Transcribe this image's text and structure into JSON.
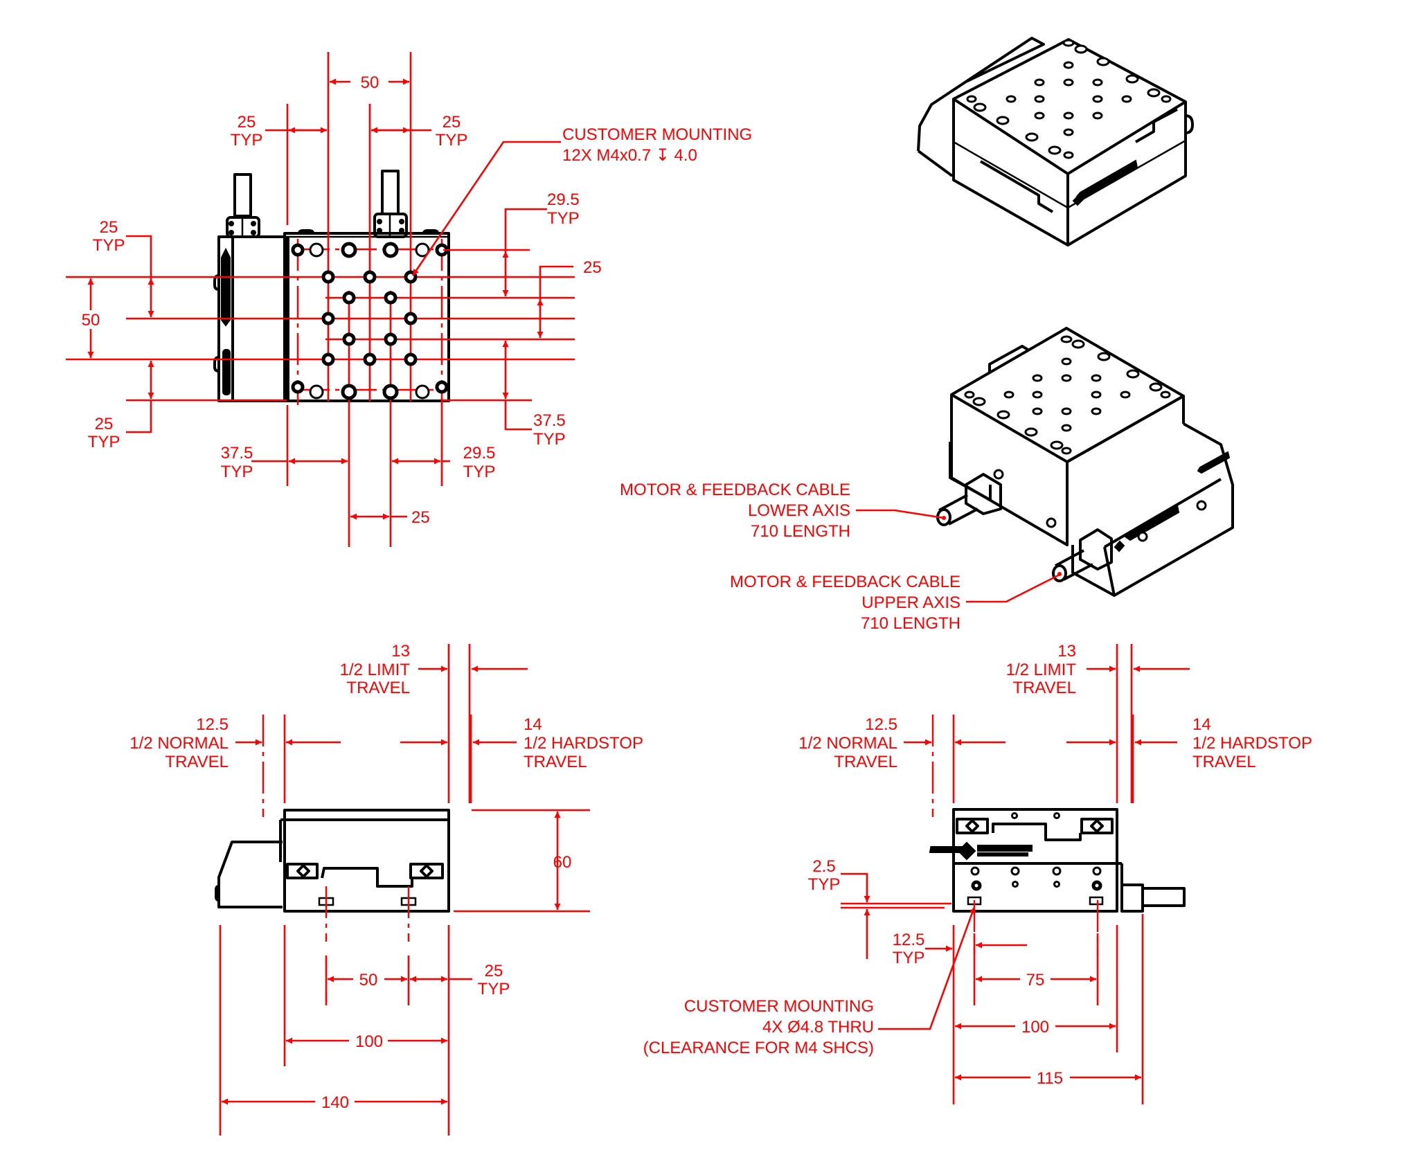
{
  "drawing": {
    "ink_colors": {
      "object": "#000000",
      "dimension": "#ff0000",
      "background": "#ffffff"
    },
    "top_view": {
      "dim_top_pitch": "50",
      "dim_left_typ": {
        "value": "25",
        "note": "TYP"
      },
      "dim_right_typ": {
        "value": "25",
        "note": "TYP"
      },
      "mounting_callout": {
        "line1": "CUSTOMER MOUNTING",
        "line2": "12X M4x0.7 ↧ 4.0"
      },
      "dim_right_top": {
        "value": "29.5",
        "note": "TYP"
      },
      "dim_right_mid": {
        "value": "25"
      },
      "dim_right_bottom": {
        "value": "37.5",
        "note": "TYP"
      },
      "dim_left_top": {
        "value": "25",
        "note": "TYP"
      },
      "dim_left_mid": {
        "value": "50"
      },
      "dim_left_bottom": {
        "value": "25",
        "note": "TYP"
      },
      "dim_bottom_left": {
        "value": "37.5",
        "note": "TYP"
      },
      "dim_bottom_right": {
        "value": "29.5",
        "note": "TYP"
      },
      "dim_bottom_center": {
        "value": "25"
      }
    },
    "iso_views": {
      "lower_cable": {
        "line1": "MOTOR & FEEDBACK CABLE",
        "line2": "LOWER AXIS",
        "line3": "710 LENGTH"
      },
      "upper_cable": {
        "line1": "MOTOR & FEEDBACK CABLE",
        "line2": "UPPER AXIS",
        "line3": "710 LENGTH"
      }
    },
    "front_view": {
      "limit_travel": {
        "value": "13",
        "line1": "1/2 LIMIT",
        "line2": "TRAVEL"
      },
      "normal_travel": {
        "value": "12.5",
        "line1": "1/2 NORMAL",
        "line2": "TRAVEL"
      },
      "hardstop_travel": {
        "value": "14",
        "line1": "1/2 HARDSTOP",
        "line2": "TRAVEL"
      },
      "height": "60",
      "pitch": "50",
      "edge_typ": {
        "value": "25",
        "note": "TYP"
      },
      "width_100": "100",
      "width_140": "140"
    },
    "side_view": {
      "limit_travel": {
        "value": "13",
        "line1": "1/2 LIMIT",
        "line2": "TRAVEL"
      },
      "normal_travel": {
        "value": "12.5",
        "line1": "1/2 NORMAL",
        "line2": "TRAVEL"
      },
      "hardstop_travel": {
        "value": "14",
        "line1": "1/2 HARDSTOP",
        "line2": "TRAVEL"
      },
      "counterbore_typ": {
        "value": "2.5",
        "note": "TYP"
      },
      "edge_typ": {
        "value": "12.5",
        "note": "TYP"
      },
      "pitch": "75",
      "width_100": "100",
      "width_115": "115",
      "mounting_callout": {
        "line1": "CUSTOMER MOUNTING",
        "line2": "4X Ø4.8 THRU",
        "line3": "(CLEARANCE FOR M4 SHCS)"
      }
    }
  }
}
